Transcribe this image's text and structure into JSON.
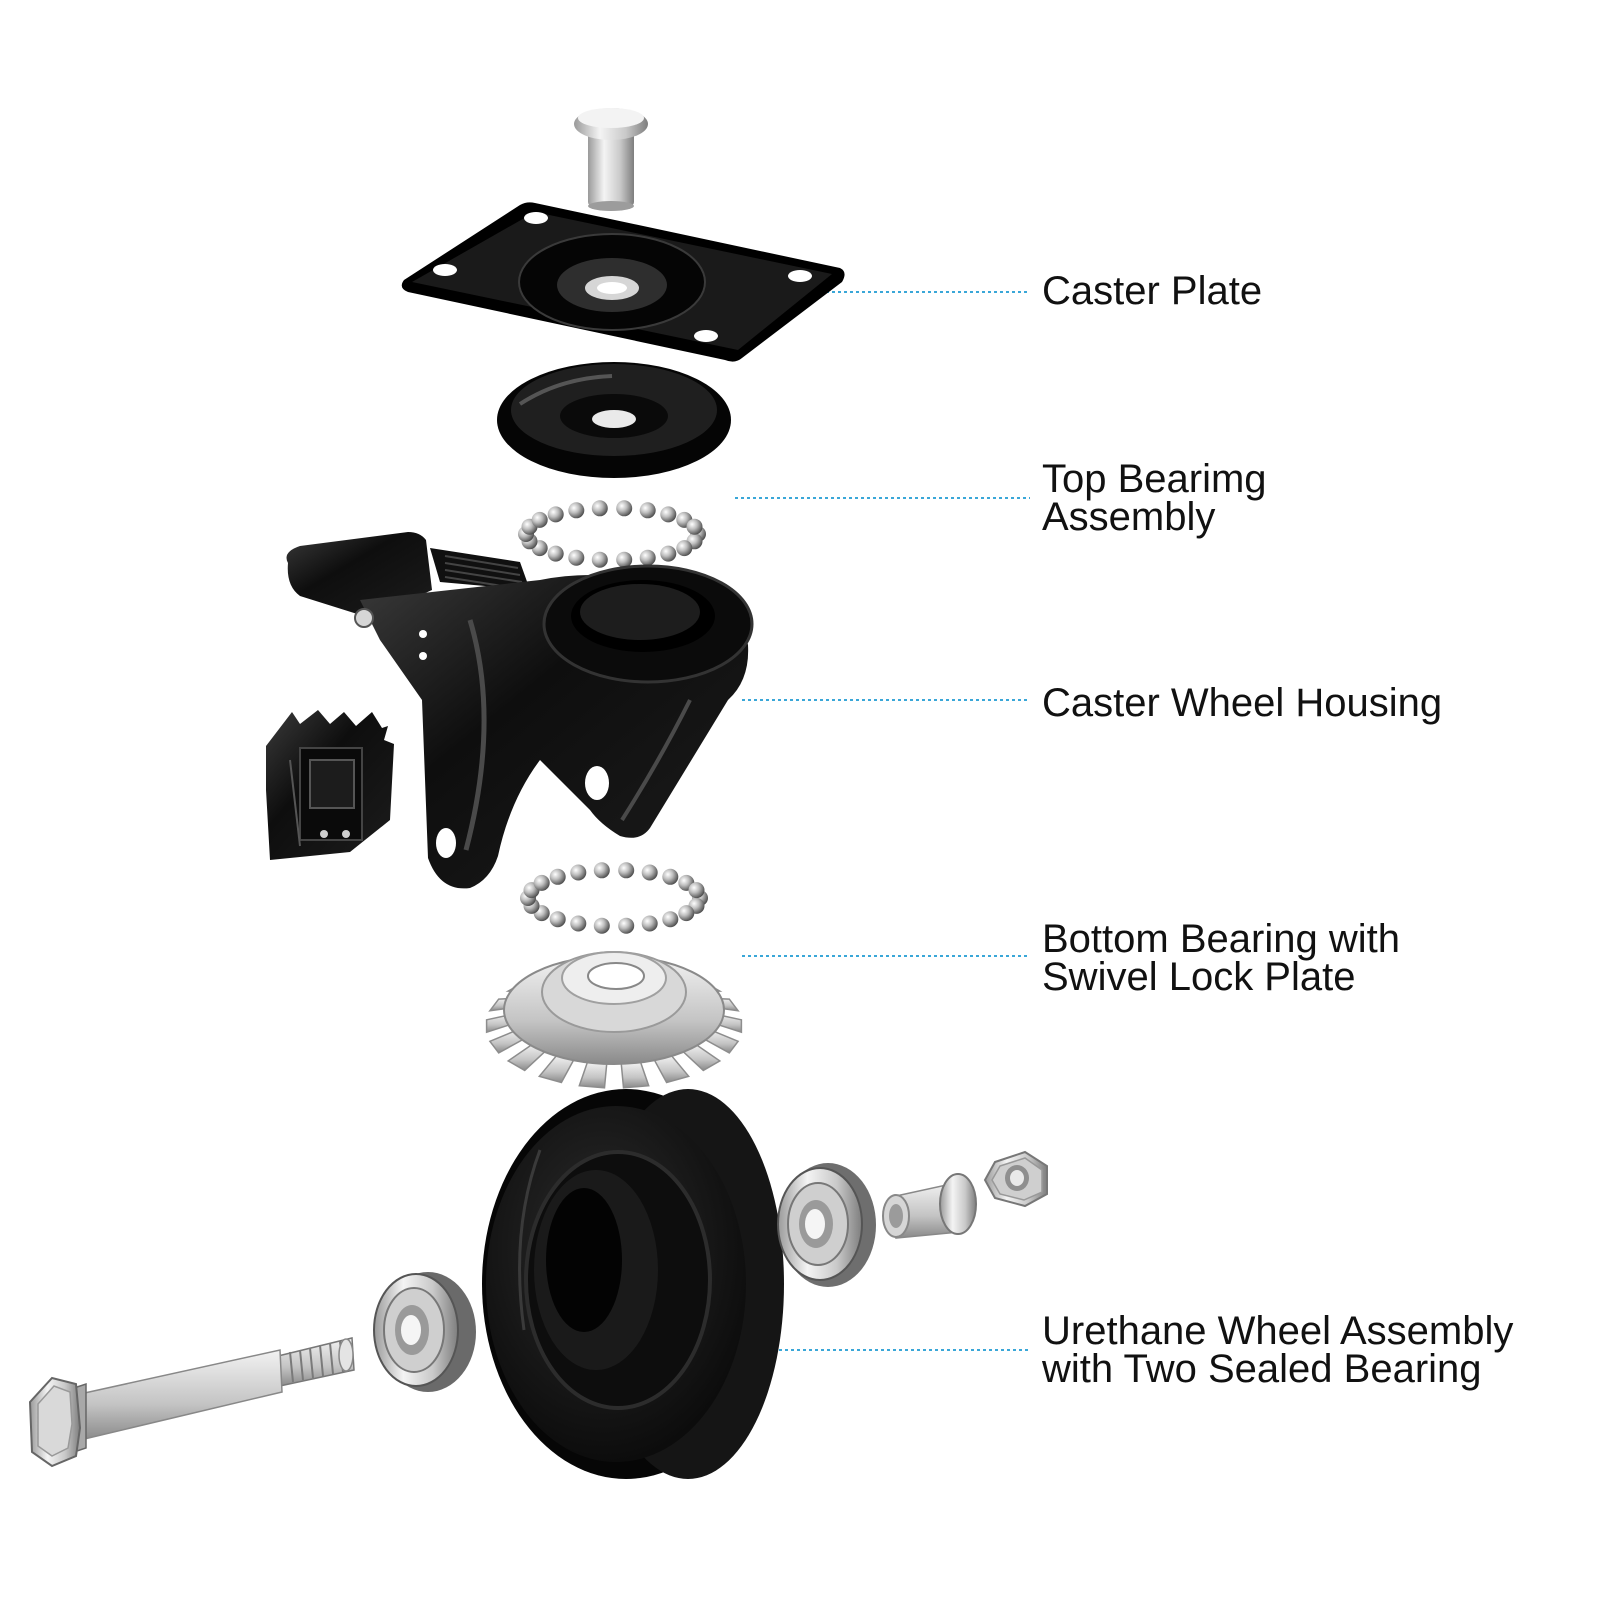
{
  "labels": {
    "caster_plate": {
      "lines": [
        "Caster Plate"
      ]
    },
    "top_bearing": {
      "lines": [
        "Top Bearimg",
        "Assembly"
      ]
    },
    "housing": {
      "lines": [
        "Caster Wheel Housing"
      ]
    },
    "bottom_bearing": {
      "lines": [
        "Bottom Bearing with",
        "Swivel Lock Plate"
      ]
    },
    "wheel": {
      "lines": [
        "Urethane Wheel Assembly",
        "with Two Sealed Bearing"
      ]
    }
  },
  "colors": {
    "leader_line": "#3aa7d8",
    "part_black": "#111111",
    "metal_light": "#e6e6e6",
    "metal_dark": "#8a8a8a",
    "text": "#111111"
  },
  "icons": {
    "caster_plate": "caster-plate-icon",
    "top_bearing": "ball-bearing-ring-icon",
    "housing": "caster-housing-icon",
    "bottom_bearing": "swivel-lock-plate-icon",
    "wheel": "urethane-wheel-icon"
  }
}
